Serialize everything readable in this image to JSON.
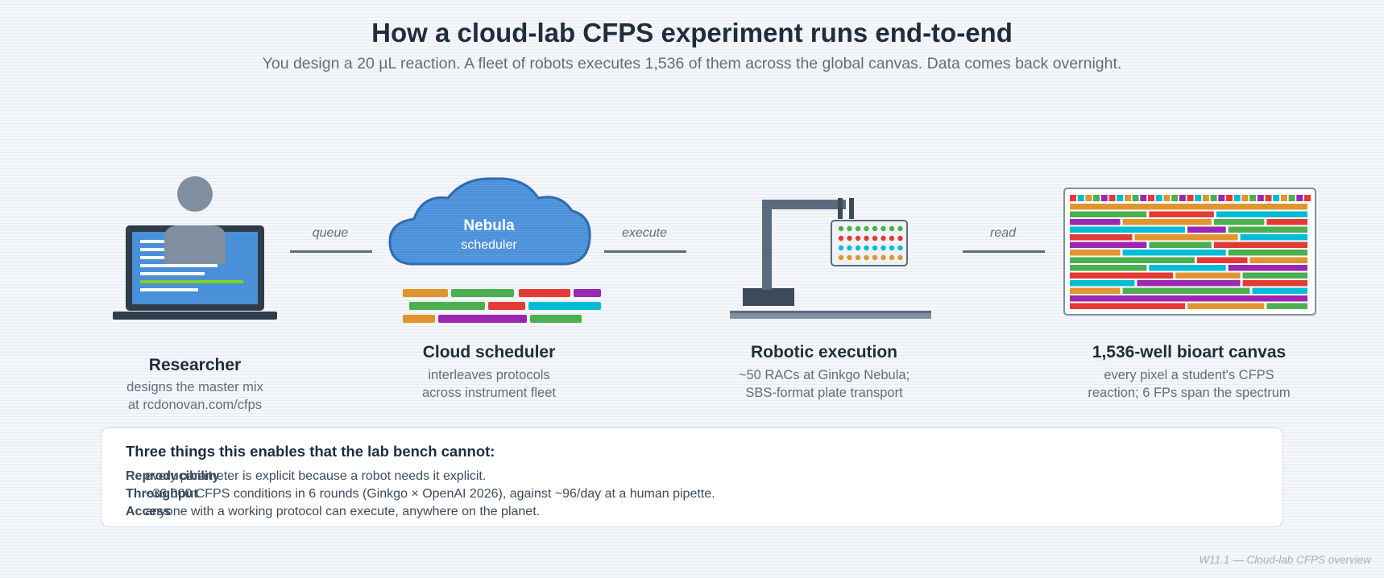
{
  "header": {
    "title": "How a cloud-lab CFPS experiment runs end-to-end",
    "subtitle": "You design a 20 µL reaction. A fleet of robots executes 1,536 of them across the global canvas. Data comes back overnight."
  },
  "stages": {
    "researcher": {
      "title": "Researcher",
      "desc_line1": "designs the master mix",
      "desc_line2": "at rcdonovan.com/cfps"
    },
    "scheduler": {
      "cloud_name": "Nebula",
      "cloud_sub": "scheduler",
      "title": "Cloud scheduler",
      "desc_line1": "interleaves protocols",
      "desc_line2": "across instrument fleet"
    },
    "robot": {
      "title": "Robotic execution",
      "desc_line1": "~50 RACs at Ginkgo Nebula;",
      "desc_line2": "SBS-format plate transport"
    },
    "canvas": {
      "title": "1,536-well bioart canvas",
      "desc_line1": "every pixel a student's CFPS",
      "desc_line2": "reaction; 6 FPs span the spectrum"
    }
  },
  "connectors": {
    "queue": "queue",
    "execute": "execute",
    "read": "read"
  },
  "panel": {
    "title": "Three things this enables that the lab bench cannot:",
    "rows": [
      {
        "label": "Reproducibility",
        "text": "every parameter is explicit because a robot needs it explicit."
      },
      {
        "label": "Throughput",
        "text": "~36,000 CFPS conditions in 6 rounds (Ginkgo × OpenAI 2026), against ~96/day at a human pipette."
      },
      {
        "label": "Access",
        "text": "anyone with a working protocol can execute, anywhere on the planet."
      }
    ]
  },
  "footer": "W11.1 — Cloud-lab CFPS overview",
  "colors": {
    "orange": "#e0952f",
    "green": "#4caf50",
    "red": "#e53935",
    "purple": "#9c27b0",
    "cyan": "#00bcd4",
    "cloud": "#4a90d9",
    "dark": "#3c4a5a",
    "grey_person": "#7f8fa0"
  }
}
